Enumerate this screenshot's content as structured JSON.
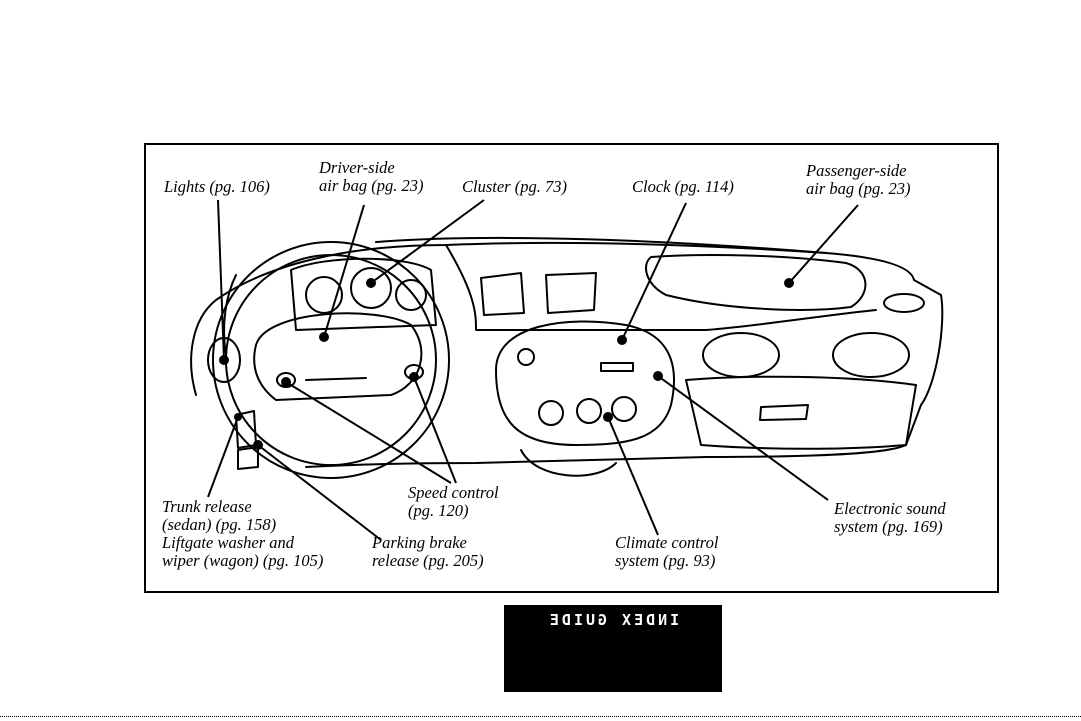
{
  "labels": {
    "lights": "Lights (pg. 106)",
    "driver_airbag": "Driver-side\nair bag (pg. 23)",
    "cluster": "Cluster (pg. 73)",
    "clock": "Clock (pg. 114)",
    "passenger_airbag": "Passenger-side\nair bag (pg. 23)",
    "trunk_release": "Trunk release\n(sedan) (pg. 158)\nLiftgate washer and\nwiper (wagon) (pg. 105)",
    "speed_control": "Speed control\n(pg. 120)",
    "parking_brake": "Parking brake\nrelease (pg. 205)",
    "climate_control": "Climate control\nsystem (pg. 93)",
    "sound_system": "Electronic sound\nsystem (pg. 169)"
  },
  "nav_tab": {
    "word1": "INDEX",
    "word2": "GUIDE"
  },
  "colors": {
    "ink": "#000000",
    "paper": "#ffffff"
  }
}
